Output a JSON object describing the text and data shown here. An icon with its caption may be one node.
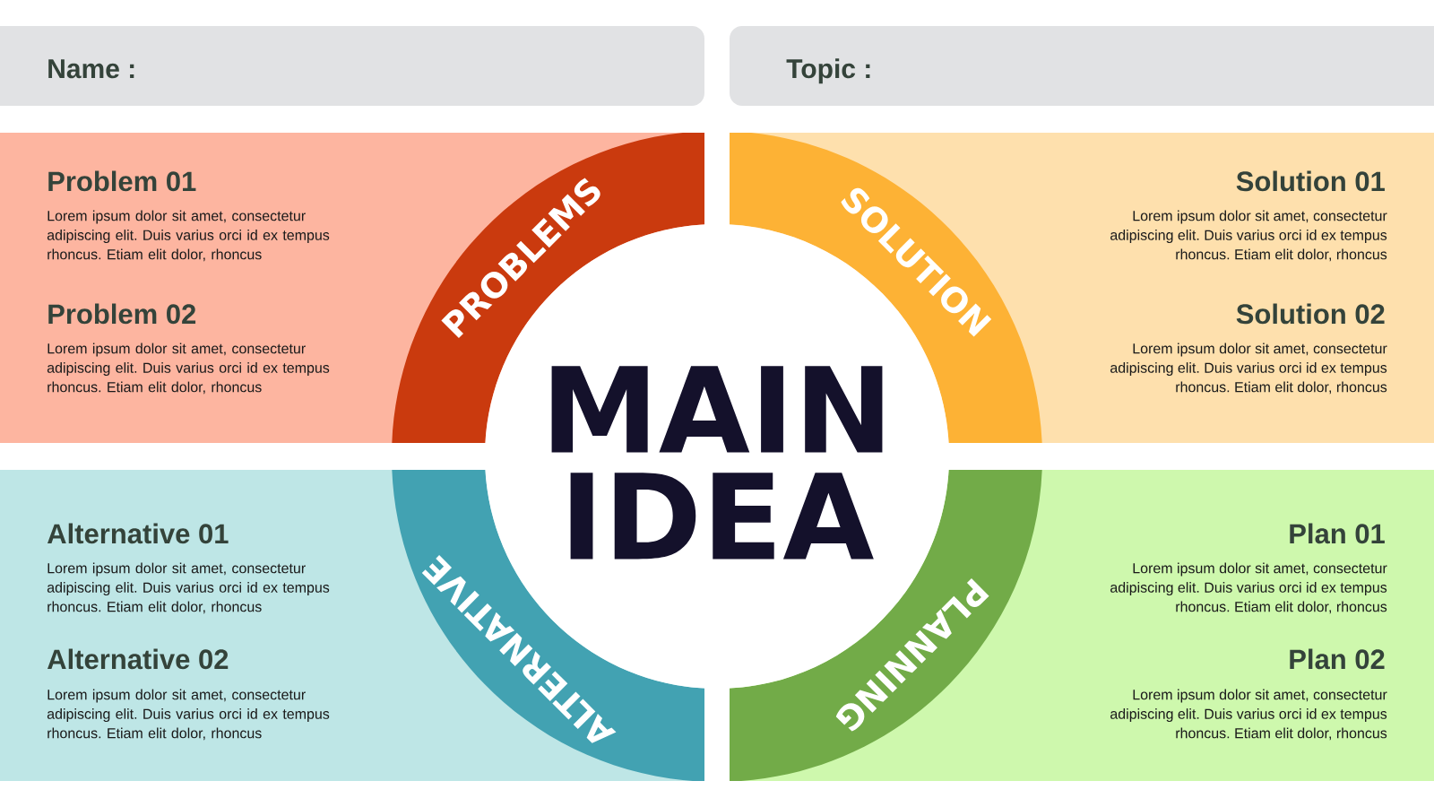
{
  "diagram": {
    "nodes": [
      {
        "text": [
          "Name :"
        ]
      },
      {
        "text": [
          "Topic :"
        ]
      },
      {
        "text": [
          "Problem 01",
          "Lorem ipsum dolor sit amet, consectetur adipiscing elit. Duis varius orci id ex tempus rhoncus. Etiam elit dolor, rhoncus",
          "Problem 02",
          "Lorem ipsum dolor sit amet, consectetur adipiscing elit. Duis varius orci id ex tempus rhoncus. Etiam elit dolor, rhoncus"
        ]
      },
      {
        "text": [
          "PROBLEMS"
        ],
        "in": 2
      },
      {
        "text": [
          "Solution 01",
          "Lorem ipsum dolor sit amet, consectetur adipiscing elit. Duis varius orci id ex tempus rhoncus. Etiam elit dolor, rhoncus",
          "Solution 02",
          "Lorem ipsum dolor sit amet, consectetur adipiscing elit. Duis varius orci id ex tempus rhoncus. Etiam elit dolor, rhoncus"
        ]
      },
      {
        "text": [
          "SOLUTION"
        ],
        "in": 4
      },
      {
        "text": [
          "MAIN IDEA"
        ]
      },
      {
        "text": [
          "Alternative 01",
          "Lorem ipsum dolor sit amet, consectetur adipiscing elit. Duis varius orci id ex tempus rhoncus. Etiam elit dolor, rhoncus",
          "Alternative 02",
          "Lorem ipsum dolor sit amet, consectetur adipiscing elit. Duis varius orci id ex tempus rhoncus. Etiam elit dolor, rhoncus"
        ]
      },
      {
        "text": [
          "ALTERNATIVE"
        ],
        "in": 7
      },
      {
        "text": [
          "Plan 01",
          "Lorem ipsum dolor sit amet, consectetur adipiscing elit. Duis varius orci id ex tempus rhoncus. Etiam elit dolor, rhoncus",
          "Plan 02",
          "Lorem ipsum dolor sit amet, consectetur adipiscing elit. Duis varius orci id ex tempus rhoncus. Etiam elit dolor, rhoncus"
        ]
      },
      {
        "text": [
          "PLANNING"
        ],
        "in": 9
      }
    ]
  }
}
